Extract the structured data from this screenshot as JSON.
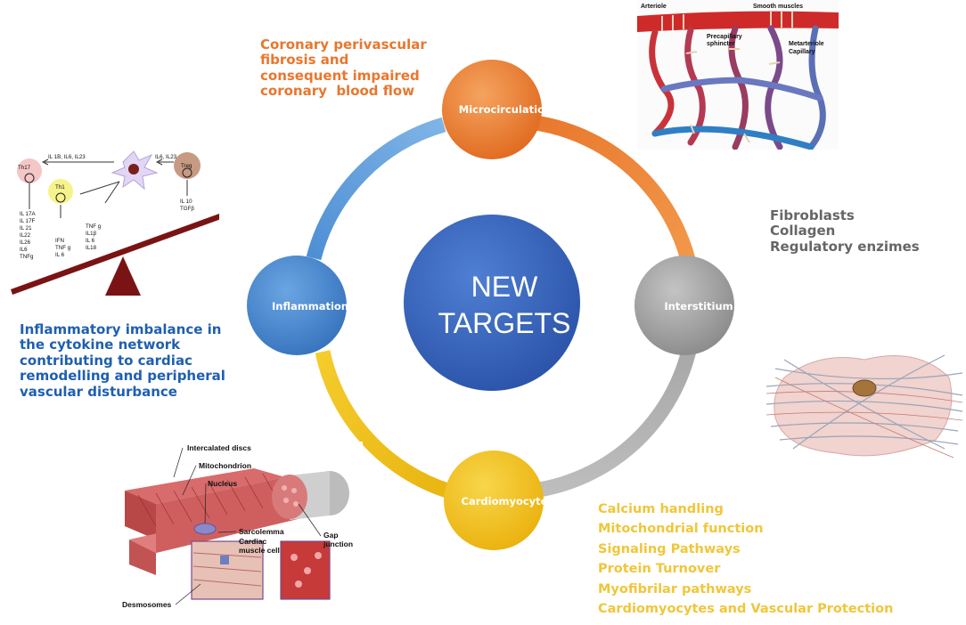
{
  "center": {
    "line1": "NEW",
    "line2": "TARGETS"
  },
  "nodes": {
    "microcirculation": "Microcirculation",
    "inflammation": "Inflammation",
    "interstitium": "Interstitium",
    "cardiomyocyte": "Cardiomyocyte"
  },
  "colors": {
    "orange": "#e8772e",
    "gray": "#999999",
    "blue": "#3d7fc9",
    "yellow": "#f2c318",
    "center": "#2e5bb5"
  },
  "text_blocks": {
    "microcirculation": [
      "Coronary perivascular",
      "fibrosis and",
      "consequent impaired",
      "coronary  blood flow"
    ],
    "interstitium": [
      "Fibroblasts",
      "Collagen",
      "Regulatory enzimes"
    ],
    "inflammation": [
      "Inflammatory imbalance in",
      "the cytokine network",
      "contributing to cardiac",
      "remodelling and peripheral",
      "vascular disturbance"
    ],
    "cardiomyocyte": [
      "Calcium handling",
      "Mitochondrial function",
      "Signaling Pathways",
      "Protein Turnover",
      "Myofibrilar pathways",
      "Cardiomyocytes and Vascular Protection"
    ]
  },
  "vessel_image": {
    "labels": [
      "Arteriole",
      "Smooth muscles",
      "Precapillary",
      "sphincter",
      "Metarteriole",
      "Capillary"
    ]
  },
  "cytokine_image": {
    "th17": "Th17",
    "th1": "Th1",
    "treg": "Treg",
    "arrow_left": "IL 1B, IL6, IL23",
    "arrow_right": "IL6, IL23",
    "th17_list": [
      "IL 17A",
      "IL 17F",
      "IL 21",
      "IL22",
      "IL26",
      "IL6",
      "TNFg"
    ],
    "th1_list": [
      "IFN",
      "TNF g",
      "IL 6"
    ],
    "dc_list": [
      "TNF g",
      "IL1β",
      "IL 6",
      "IL18"
    ],
    "treg_list": [
      "IL 10",
      "TGFβ"
    ]
  },
  "cardiac_image": {
    "labels": [
      "Intercalated discs",
      "Mitochondrion",
      "Nucleus",
      "Sarcolemma",
      "Cardiac",
      "muscle cell",
      "Gap",
      "junction",
      "Desmosomes"
    ]
  }
}
